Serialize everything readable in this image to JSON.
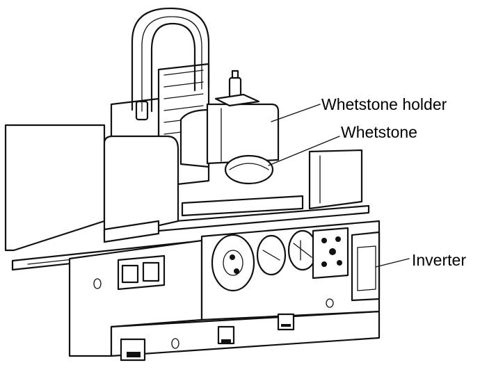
{
  "diagram": {
    "labels": {
      "whetstone_holder": "Whetstone holder",
      "whetstone": "Whetstone",
      "inverter": "Inverter"
    },
    "colors": {
      "ink": "#111111",
      "paper": "#ffffff"
    }
  }
}
